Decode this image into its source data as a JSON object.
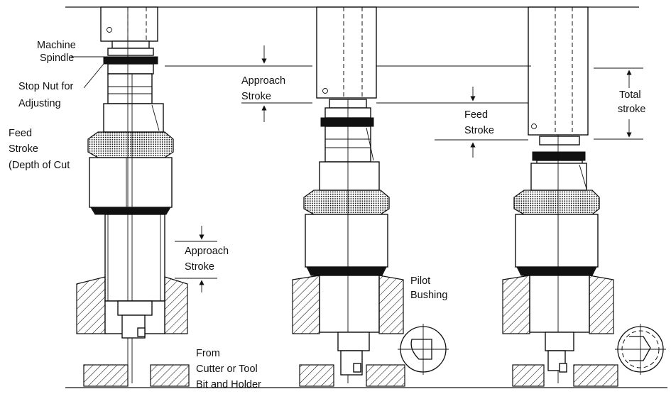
{
  "labels": {
    "machine_spindle_1": "Machine",
    "machine_spindle_2": "Spindle",
    "stop_nut_1": "Stop Nut for",
    "stop_nut_2": "Adjusting",
    "feed_stroke_left_1": "Feed",
    "feed_stroke_left_2": "Stroke",
    "feed_stroke_left_3": "(Depth of Cut",
    "approach_stroke_left_1": "Approach",
    "approach_stroke_left_2": "Stroke",
    "from_cutter_1": "From",
    "from_cutter_2": "Cutter or Tool",
    "from_cutter_3": "Bit and Holder",
    "approach_stroke_top_1": "Approach",
    "approach_stroke_top_2": "Stroke",
    "pilot_bushing_1": "Pilot",
    "pilot_bushing_2": "Bushing",
    "feed_stroke_right_1": "Feed",
    "feed_stroke_right_2": "Stroke",
    "total_stroke_1": "Total",
    "total_stroke_2": "stroke"
  }
}
